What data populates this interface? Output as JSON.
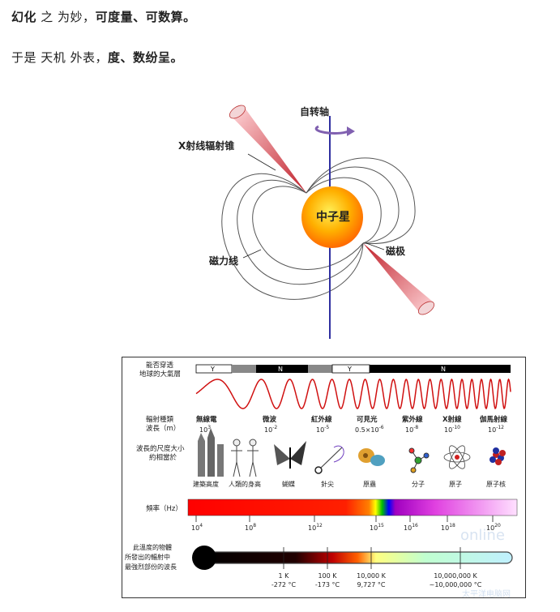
{
  "text": {
    "line1_a": "幻化",
    "line1_b": " 之 为妙，",
    "line1_c": "可度量、可数算。",
    "line2_a": "于是 天机 外表，",
    "line2_b": "度、数纷呈。"
  },
  "neutron_star": {
    "spin_axis": "自转轴",
    "xray_cone": "X射线辐射锥",
    "star": "中子星",
    "field_lines": "磁力线",
    "pole": "磁极"
  },
  "spectrum": {
    "penetrates": [
      "能否穿透",
      "地球的大氣層"
    ],
    "bar_Y1": "Y",
    "bar_N1": "N",
    "bar_Y2": "Y",
    "bar_N2": "N",
    "type_label": [
      "輻射種類",
      "波長（m）"
    ],
    "types": [
      {
        "name": "無線電",
        "exp": "3"
      },
      {
        "name": "微波",
        "exp": "-2"
      },
      {
        "name": "紅外線",
        "exp": "-5"
      },
      {
        "name": "可見光",
        "wave": "0.5×10",
        "exp": "-6"
      },
      {
        "name": "紫外線",
        "exp": "-8"
      },
      {
        "name": "X射線",
        "exp": "-10"
      },
      {
        "name": "伽馬射線",
        "exp": "-12"
      }
    ],
    "scale_label": [
      "波長的尺度大小",
      "約相當於"
    ],
    "scale_items": [
      "建築高度",
      "人類的身高",
      "蝴蝶",
      "針尖",
      "原蟲",
      "分子",
      "原子",
      "原子核"
    ],
    "freq_label": "頻率（Hz）",
    "freq_ticks": [
      {
        "exp": "4"
      },
      {
        "exp": "8"
      },
      {
        "exp": "12"
      },
      {
        "exp": "15"
      },
      {
        "exp": "16"
      },
      {
        "exp": "18"
      },
      {
        "exp": "20"
      }
    ],
    "temp_label": [
      "此溫度的物體",
      "所發出的輻射中",
      "最強烈部份的波長"
    ],
    "temps": [
      {
        "k": "1 K",
        "c": "-272 °C"
      },
      {
        "k": "100 K",
        "c": "-173 °C"
      },
      {
        "k": "10,000 K",
        "c": "9,727 °C"
      },
      {
        "k": "10,000,000 K",
        "c": "~10,000,000 °C"
      }
    ],
    "watermark_1": "online",
    "watermark_2": "太平洋电脑网"
  }
}
